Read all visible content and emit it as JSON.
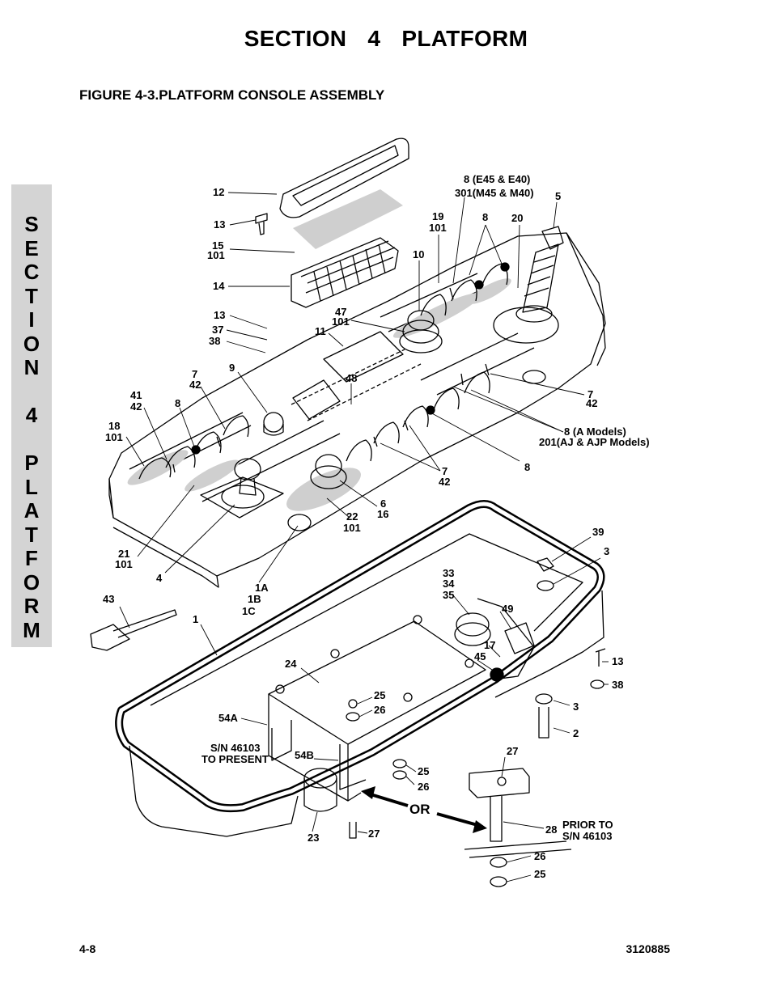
{
  "page": {
    "section_title": "SECTION 4    PLATFORM",
    "figure_title": "FIGURE 4-3.PLATFORM CONSOLE ASSEMBLY",
    "side_tab_letters": [
      "S",
      "E",
      "C",
      "T",
      "I",
      "O",
      "N",
      " ",
      "4",
      " ",
      "P",
      "L",
      "A",
      "T",
      "F",
      "O",
      "R",
      "M"
    ],
    "footer_page": "4-8",
    "footer_doc": "3120885"
  },
  "diagram": {
    "or_label": "OR",
    "callouts": {
      "c12": "12",
      "c13a": "13",
      "c15": "15",
      "c101a": "101",
      "c14": "14",
      "c13b": "13",
      "c37": "37",
      "c38a": "38",
      "c11": "11",
      "c47": "47",
      "c101b": "101",
      "c8e45": "8 (E45 & E40)",
      "c301": "301(M45 & M40)",
      "c5": "5",
      "c19": "19",
      "c101c": "101",
      "c8a": "8",
      "c20": "20",
      "c10": "10",
      "c9": "9",
      "c48": "48",
      "c7a": "7",
      "c42a": "42",
      "c41": "41",
      "c42b": "42",
      "c8b": "8",
      "c18": "18",
      "c101d": "101",
      "c7b": "7",
      "c42c": "42",
      "c8amodels": "8 (A Models)",
      "c201": "201(AJ & AJP Models)",
      "c8c": "8",
      "c7c": "7",
      "c42d": "42",
      "c6": "6",
      "c16": "16",
      "c22": "22",
      "c101e": "101",
      "c21": "21",
      "c101f": "101",
      "c4": "4",
      "c1a": "1A",
      "c1b": "1B",
      "c1c": "1C",
      "c43": "43",
      "c1": "1",
      "c39": "39",
      "c3a": "3",
      "c33": "33",
      "c34": "34",
      "c35": "35",
      "c49": "49",
      "c17": "17",
      "c45": "45",
      "c13c": "13",
      "c38b": "38",
      "c24": "24",
      "c25a": "25",
      "c26a": "26",
      "c3b": "3",
      "c2": "2",
      "c54a": "54A",
      "c sn1": "S/N 46103",
      "c topresent": "TO PRESENT",
      "c54b": "54B",
      "c27a": "27",
      "c25b": "25",
      "c26b": "26",
      "c23": "23",
      "c27b": "27",
      "c28": "28",
      "c prior": "PRIOR TO",
      "c sn2": "S/N 46103",
      "c26c": "26",
      "c25c": "25"
    }
  }
}
